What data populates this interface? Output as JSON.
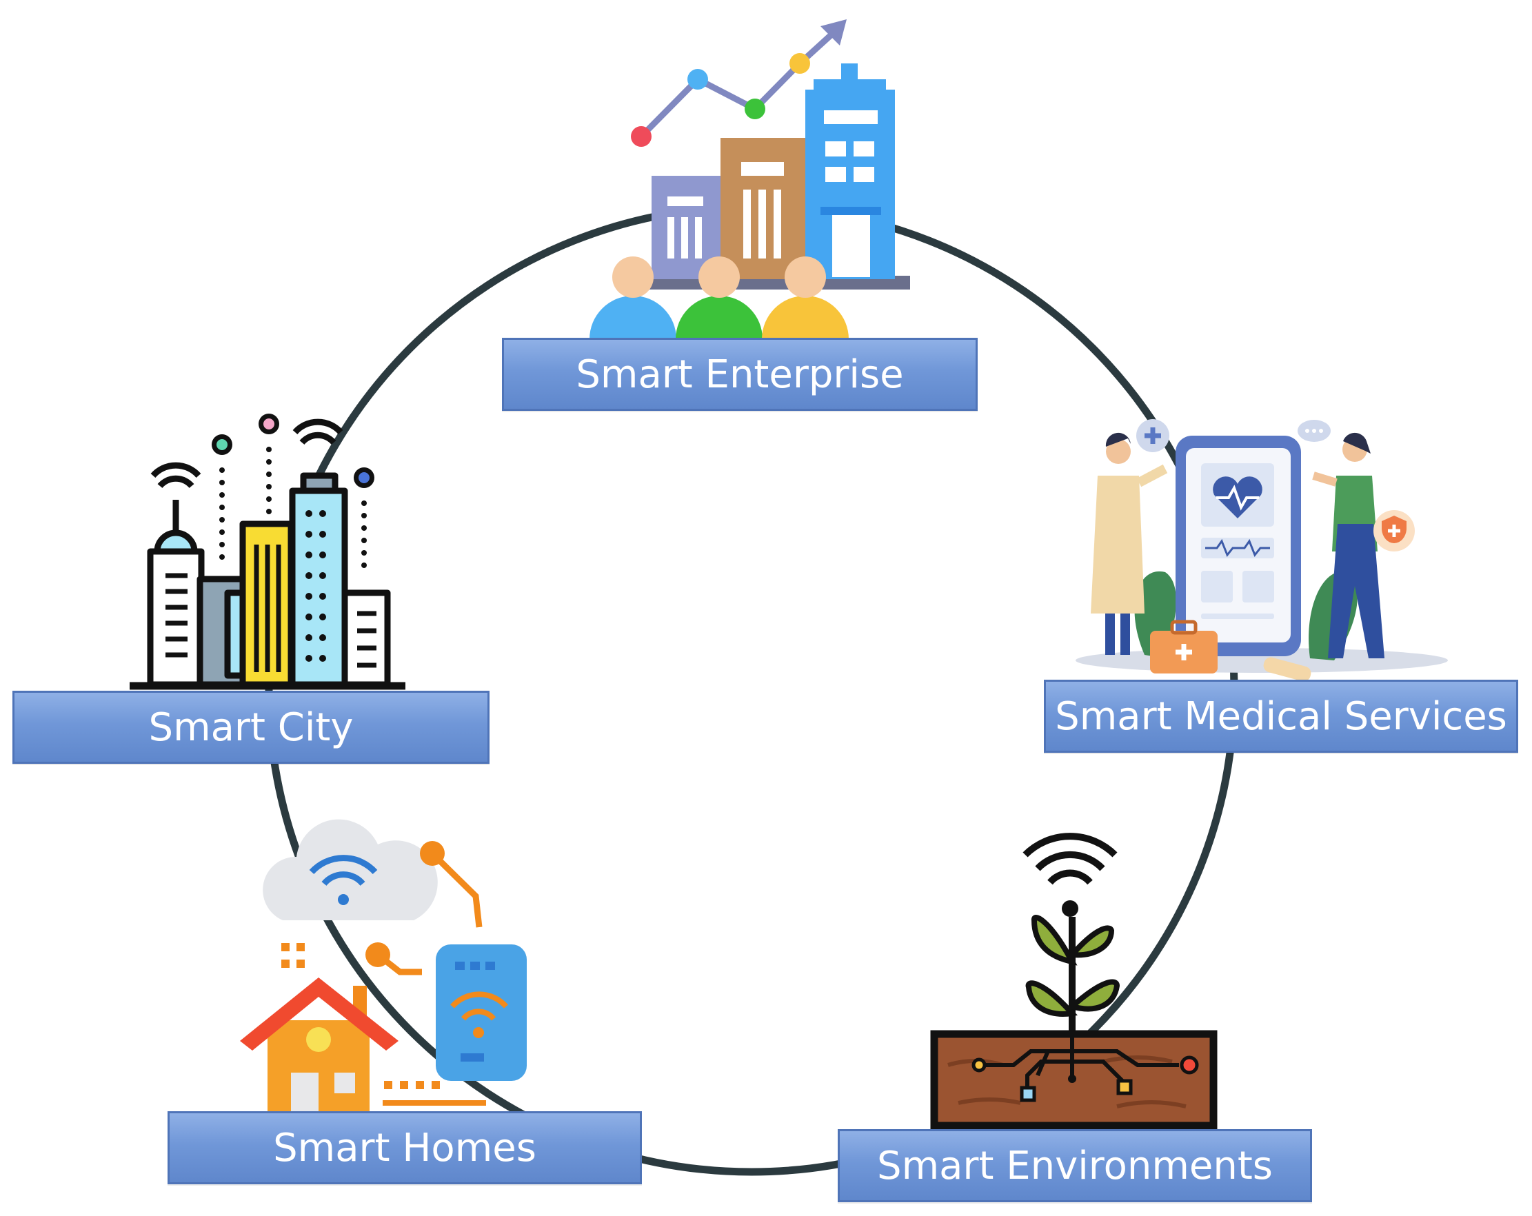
{
  "nodes": {
    "enterprise": {
      "label": "Smart Enterprise"
    },
    "city": {
      "label": "Smart City"
    },
    "medical": {
      "label": "Smart Medical Services"
    },
    "homes": {
      "label": "Smart Homes"
    },
    "environments": {
      "label": "Smart Environments"
    }
  },
  "colors": {
    "ring": "#2b3a3f",
    "label_fill": "#7097d8",
    "label_border": "#4f74b8",
    "label_text": "#ffffff"
  },
  "icons": {
    "enterprise": "enterprise-buildings-growth-icon",
    "city": "smart-city-skyline-icon",
    "medical": "telemedicine-phone-icon",
    "homes": "smart-home-wifi-icon",
    "environments": "smart-plant-soil-icon"
  }
}
